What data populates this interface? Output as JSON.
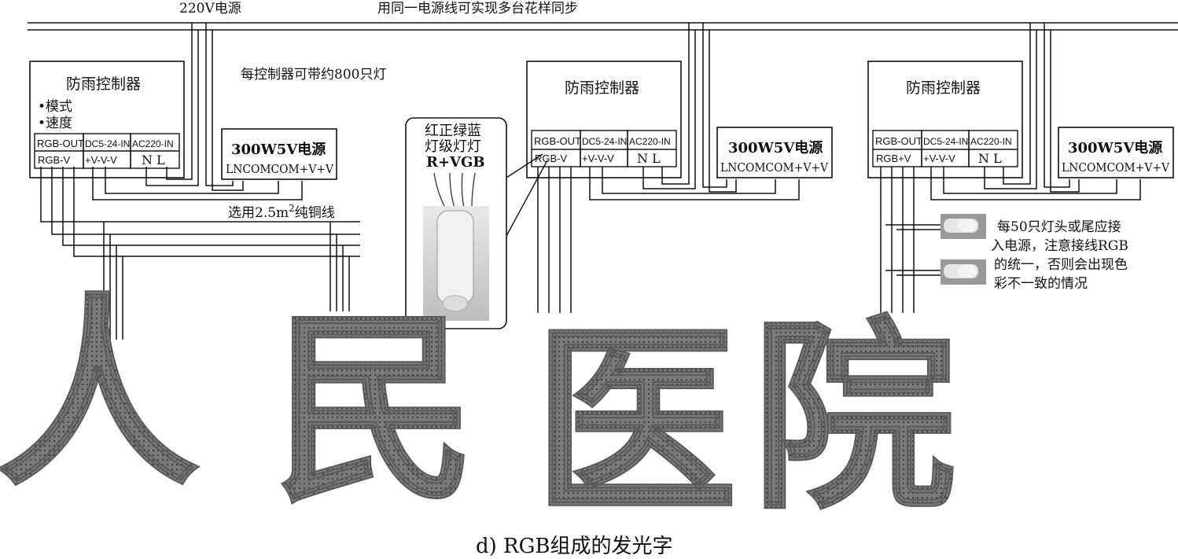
{
  "top": {
    "power_label": "220V电源",
    "sync_note": "用同一电源线可实现多台花样同步"
  },
  "capacity_note": "每控制器可带约800只灯",
  "controllers": [
    {
      "title": "防雨控制器",
      "modes": [
        "•模式",
        "•速度"
      ],
      "headers": [
        "RGB-OUT",
        "DC5-24-IN",
        "AC220-IN"
      ],
      "terms": [
        "RGB-V",
        "+V-V-V",
        "N L"
      ]
    },
    {
      "title": "防雨控制器",
      "headers": [
        "RGB-OUT",
        "DC5-24-IN",
        "AC220-IN"
      ],
      "terms": [
        "RGB-V",
        "+V-V-V",
        "N L"
      ]
    },
    {
      "title": "防雨控制器",
      "headers": [
        "RGB-OUT",
        "DC5-24-IN",
        "AC220-IN"
      ],
      "terms": [
        "RGB+V",
        "+V-V-V",
        "N L"
      ]
    }
  ],
  "psu": {
    "title": "300W5V电源",
    "terms": "LNCOMCOM+V+V"
  },
  "wire_note_prefix": "选用2.5m",
  "wire_note_sup": "2",
  "wire_note_suffix": "纯铜线",
  "led_callout": {
    "line1": "红正绿蓝",
    "line2": "灯级灯灯",
    "line3": "R+VGB"
  },
  "right_note": [
    "每50只灯头或尾应接",
    "入电源，注意接线RGB",
    "的统一，否则会出现色",
    "彩不一致的情况"
  ],
  "big_chars": [
    "人",
    "民",
    "医",
    "院"
  ],
  "caption": "d) RGB组成的发光字",
  "colors": {
    "line": "#111111",
    "letter_fill": "#7a7a7a",
    "letter_dot": "#3a3a3a"
  }
}
